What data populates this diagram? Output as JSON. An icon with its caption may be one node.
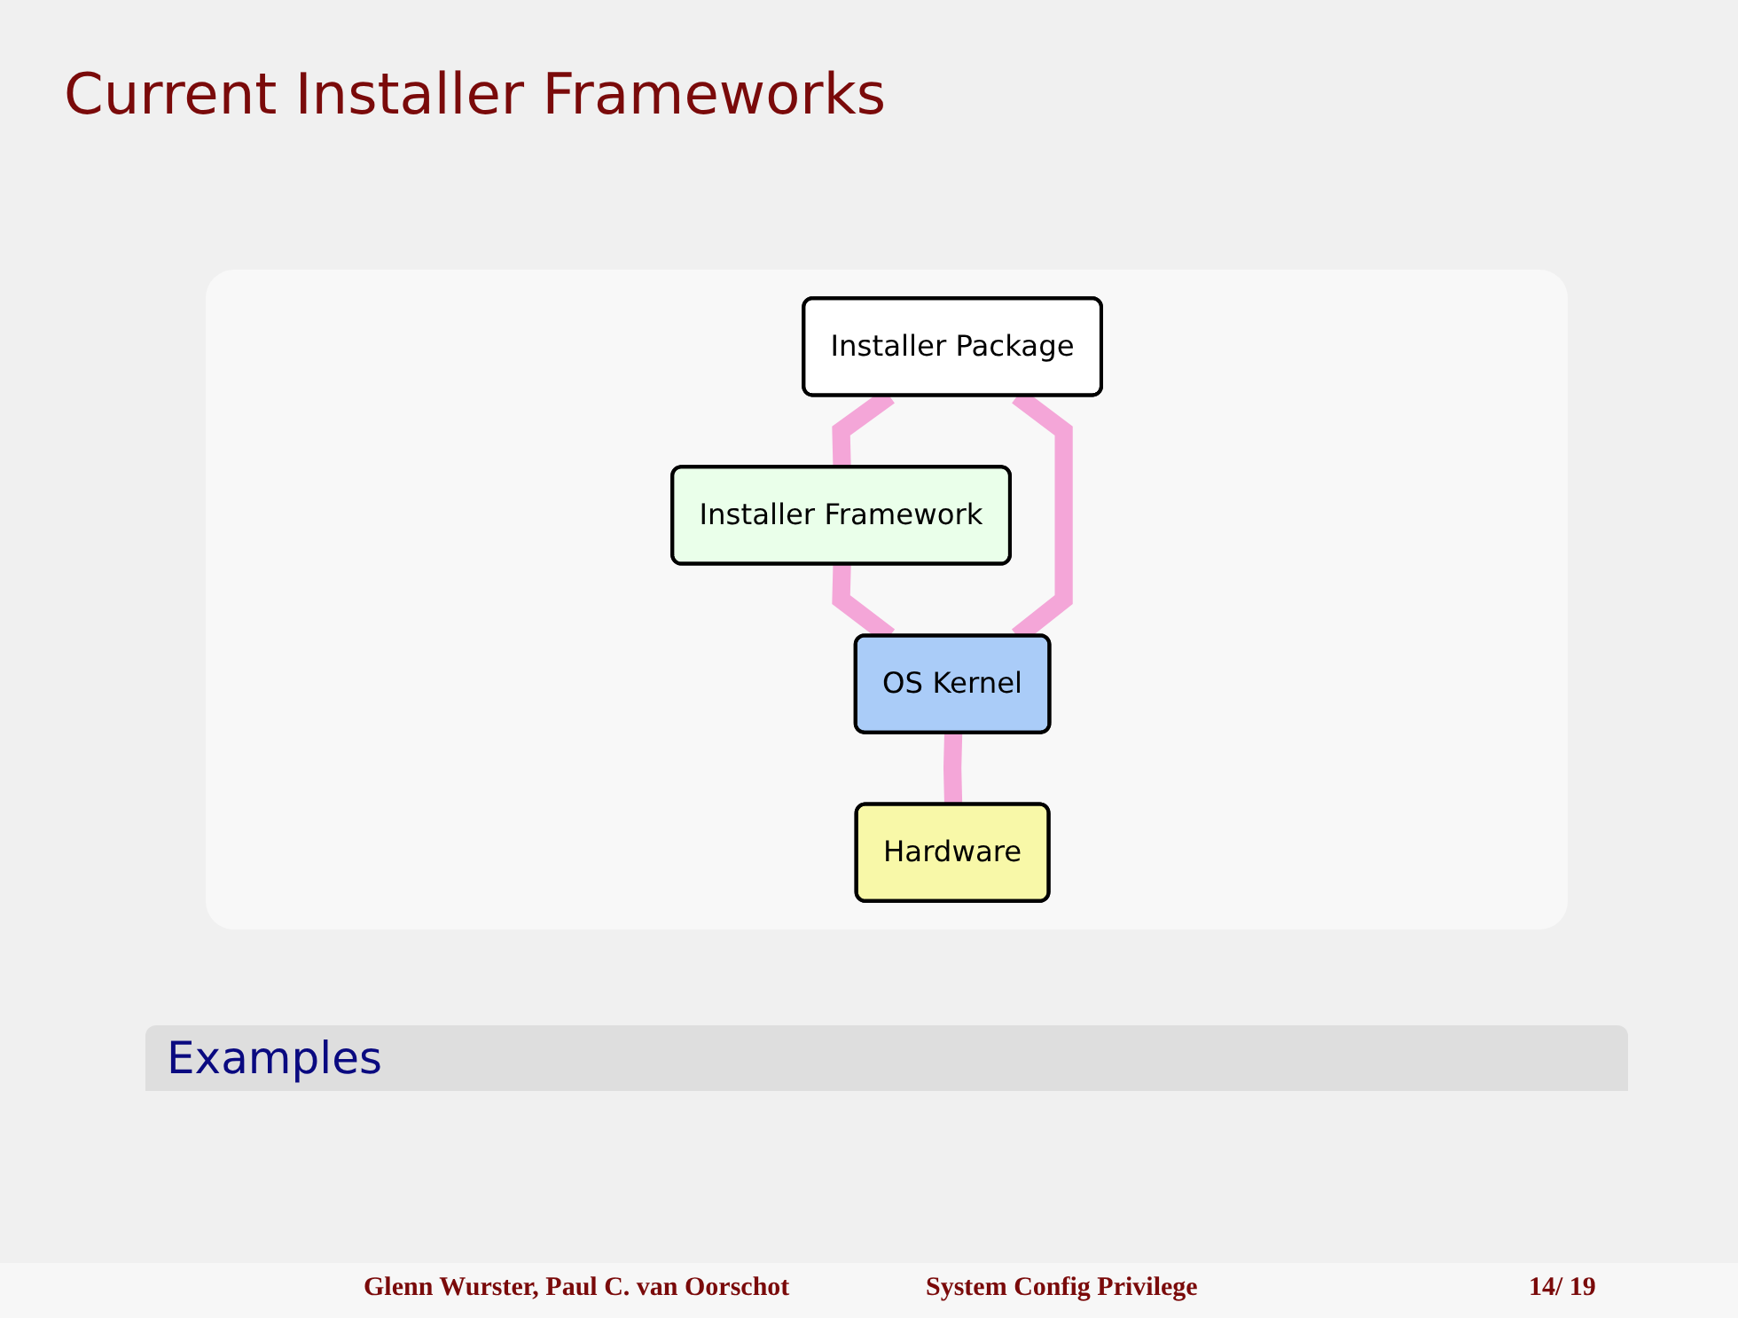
{
  "diagram": {
    "title": "Current Installer Frameworks",
    "nodes": [
      {
        "text": [
          "Installer Package"
        ]
      },
      {
        "text": [
          "Installer Framework"
        ]
      },
      {
        "text": [
          "OS Kernel"
        ]
      },
      {
        "text": [
          "Hardware"
        ]
      }
    ],
    "edges": [
      {
        "from": 0,
        "to": 1,
        "arrow": "none"
      },
      {
        "from": 1,
        "to": 2,
        "arrow": "none"
      },
      {
        "from": 0,
        "to": 2,
        "arrow": "none"
      },
      {
        "from": 2,
        "to": 3,
        "arrow": "none"
      }
    ],
    "labels": [
      "Examples",
      "Glenn Wurster, Paul C. van Oorschot",
      "System Config Privilege",
      "14/ 19"
    ]
  }
}
